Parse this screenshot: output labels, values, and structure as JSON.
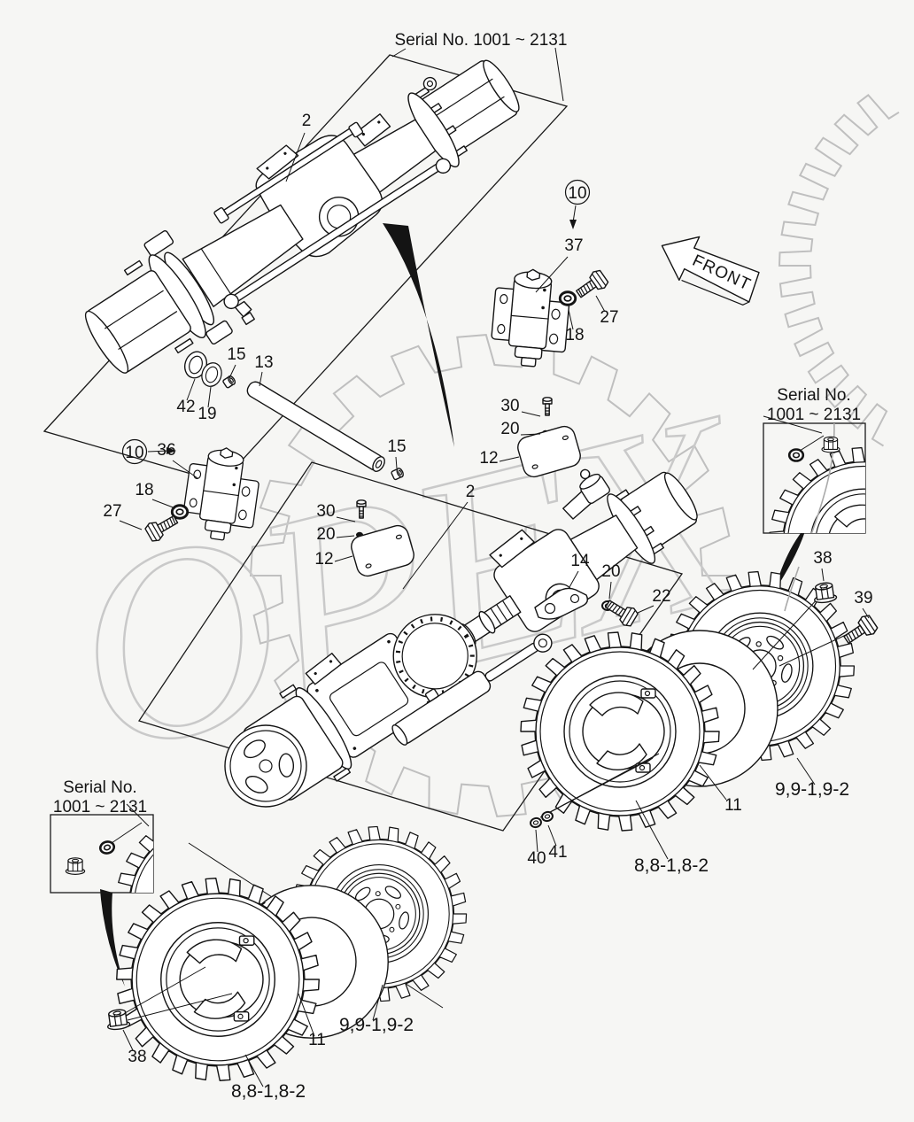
{
  "page": {
    "bg": "#f6f6f4"
  },
  "watermark": {
    "text": "OPEX"
  },
  "front_arrow": {
    "label": "FRONT"
  },
  "serials": {
    "top": "Serial No. 1001 ~ 2131",
    "right_1": "Serial No.",
    "right_2": "1001 ~ 2131",
    "bl_1": "Serial No.",
    "bl_2": "1001 ~ 2131"
  },
  "callouts": {
    "c2_top": "2",
    "c10_top": "10",
    "c37": "37",
    "c27_top": "27",
    "c18_top": "18",
    "c15_a": "15",
    "c13": "13",
    "c42": "42",
    "c19": "19",
    "c15_b": "15",
    "c10_left": "10",
    "c36": "36",
    "c18_left": "18",
    "c27_left": "27",
    "c30_left": "30",
    "c20_left": "20",
    "c12_left": "12",
    "c30_right": "30",
    "c20_right": "20",
    "c12_right": "12",
    "c2_mid": "2",
    "c14": "14",
    "c20_mid": "20",
    "c22": "22",
    "c38_right": "38",
    "c39": "39",
    "c9912_right": "9,9-1,9-2",
    "c11_right": "11",
    "c8812_right": "8,8-1,8-2",
    "c40": "40",
    "c41": "41",
    "c38_bl": "38",
    "c11_bl": "11",
    "c9912_bl": "9,9-1,9-2",
    "c8812_bl": "8,8-1,8-2"
  }
}
